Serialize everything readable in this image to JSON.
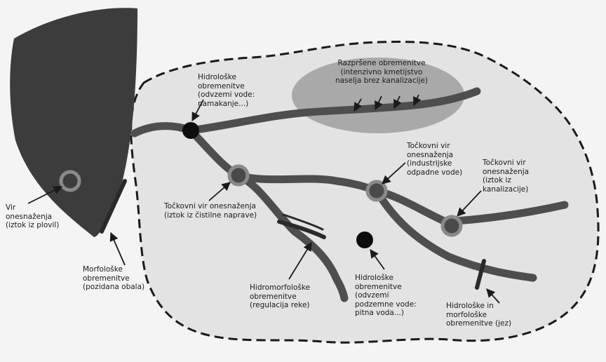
{
  "labels": {
    "hydro_top": [
      "Hidrološke",
      "obremenitve",
      "(odvzemi vode:",
      "namakanje...)"
    ],
    "diffuse": [
      "Razpršene obremenitve",
      "(intenzivno kmetijstvo",
      "naselja brez kanalizacije)"
    ],
    "point_industry": [
      "Točkovni vir",
      "onesnaženja",
      "(industrijske",
      "odpadne vode)"
    ],
    "point_sewage": [
      "Točkovni vir",
      "onesnaženja",
      "(iztok iz",
      "kanalizacije)"
    ],
    "point_treatment": [
      "Točkovni vir onesnaženja",
      "(iztok iz čistilne naprave)"
    ],
    "source_sea": [
      "Vir",
      "onesnaženja",
      "(iztok iz plovil)"
    ],
    "morph_bank": [
      "Morfološke",
      "obremenitve",
      "(pozidana obala)"
    ],
    "hydromorph": [
      "Hidromorfološke",
      "obremenitve",
      "(regulacija reke)"
    ],
    "hydro_ground": [
      "Hidrološke",
      "obremenitve",
      "(odvzemi",
      "podzemne vode:",
      "pitna voda...)"
    ],
    "hydro_morph_weir": [
      "Hidrološke in",
      "morfološke",
      "obremenitve (jez)"
    ]
  },
  "colors": {
    "sea": "#3c3c3c",
    "river": "#4e4e4e",
    "catchment_fill": "#e3e3e3",
    "diffuse_area": "#a9a9a9",
    "point_source_ring": "#8a8a8a",
    "point_source_core": "#4a4a4a",
    "abstraction_point": "#0d0d0d"
  }
}
